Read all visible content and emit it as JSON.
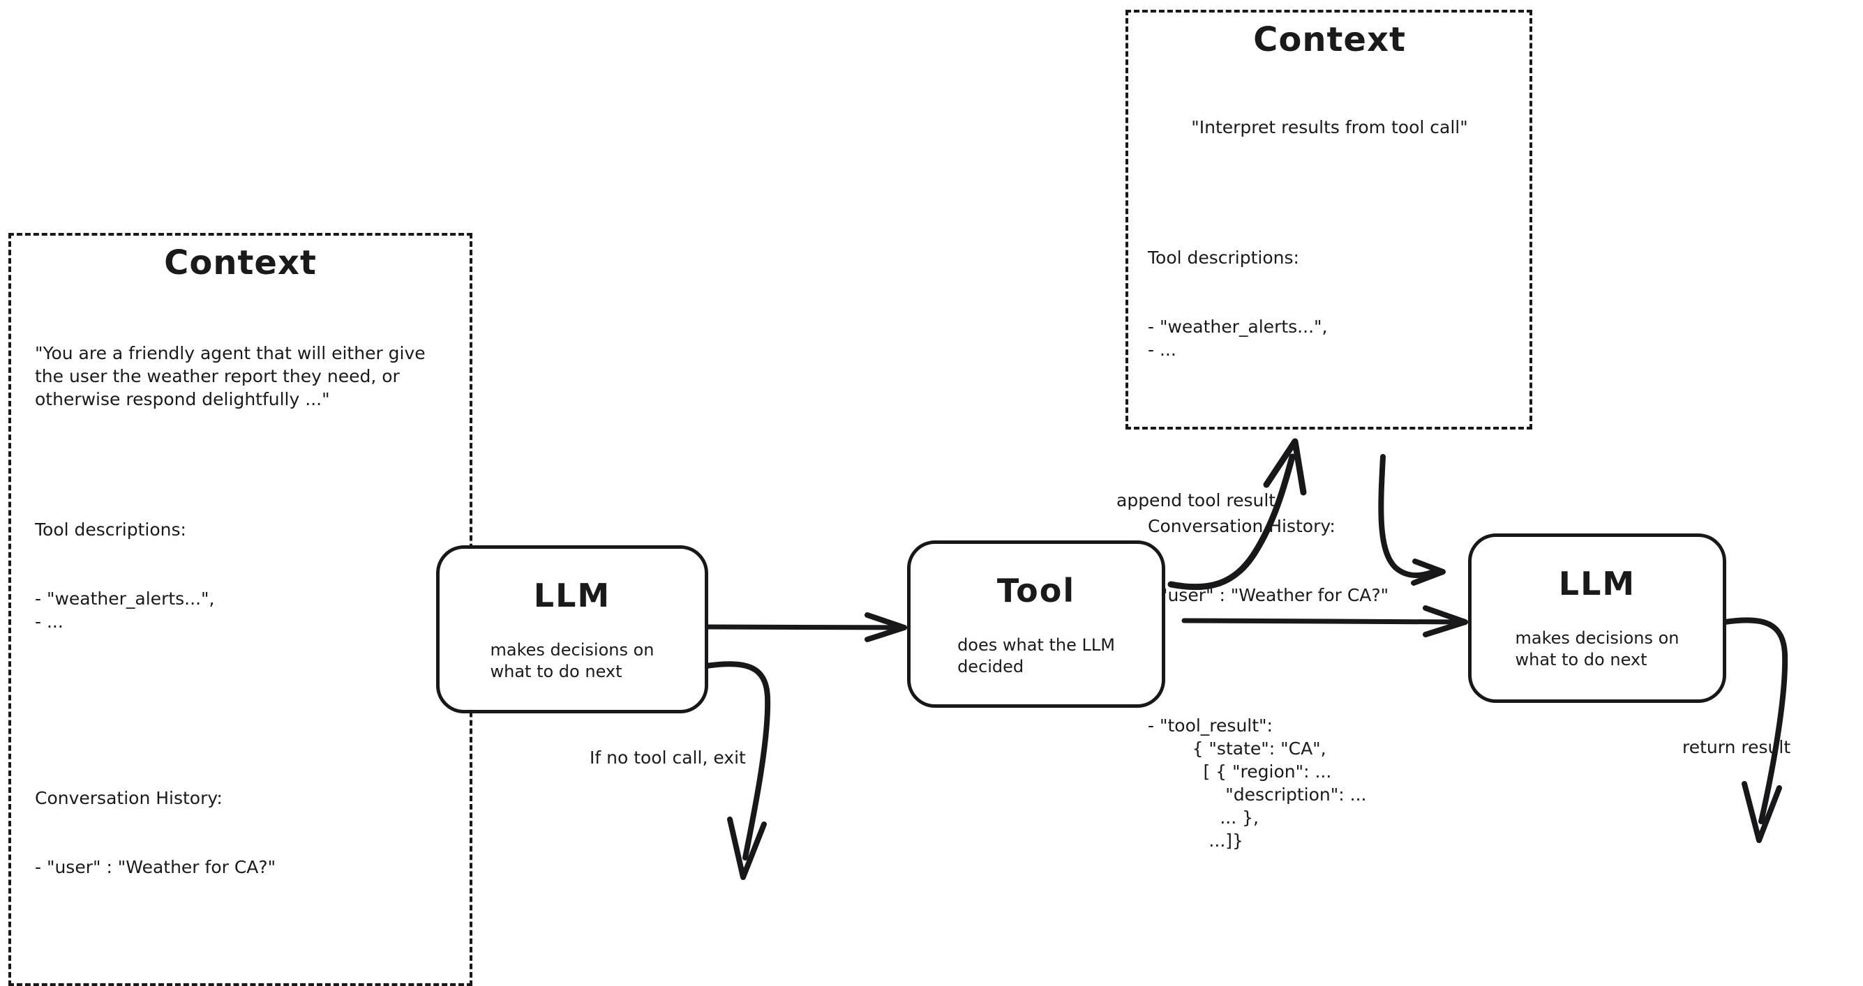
{
  "diagram": {
    "title_left_context": "Context",
    "title_right_context": "Context"
  },
  "context_left": {
    "title": "Context",
    "system_prompt": "\"You are a friendly agent that will either give the user the weather report they need, or otherwise respond delightfully ...\"",
    "tool_descriptions_header": "Tool descriptions:",
    "tool_descriptions_items": "- \"weather_alerts...\",\n- ...",
    "conversation_header": "Conversation History:",
    "conversation_items": "- \"user\" : \"Weather for CA?\""
  },
  "context_right": {
    "title": "Context",
    "system_prompt": "\"Interpret results from tool call\"",
    "tool_descriptions_header": "Tool descriptions:",
    "tool_descriptions_items": "- \"weather_alerts...\",\n- ...",
    "conversation_header": "Conversation History:",
    "conversation_user": "- \"user\" : \"Weather for CA?\"",
    "tool_result": "- \"tool_result\":\n        { \"state\": \"CA\",\n          [ { \"region\": ...\n              \"description\": ...\n             ... },\n           ...]}"
  },
  "nodes": [
    {
      "id": "llm-1",
      "title": "LLM",
      "subtitle": "makes decisions on\nwhat to do next"
    },
    {
      "id": "tool",
      "title": "Tool",
      "subtitle": "does what the LLM\ndecided"
    },
    {
      "id": "llm-2",
      "title": "LLM",
      "subtitle": "makes decisions on\nwhat to do next"
    }
  ],
  "edges": [
    {
      "id": "context-to-llm",
      "label": ""
    },
    {
      "id": "llm-to-tool",
      "label": ""
    },
    {
      "id": "llm-exit",
      "label": "If no tool call, exit"
    },
    {
      "id": "tool-to-context",
      "label": "append tool result"
    },
    {
      "id": "context-to-llm2",
      "label": ""
    },
    {
      "id": "tool-to-llm2",
      "label": ""
    },
    {
      "id": "llm2-return",
      "label": "return result"
    }
  ],
  "colors": {
    "ink": "#18181b",
    "background": "#ffffff"
  }
}
